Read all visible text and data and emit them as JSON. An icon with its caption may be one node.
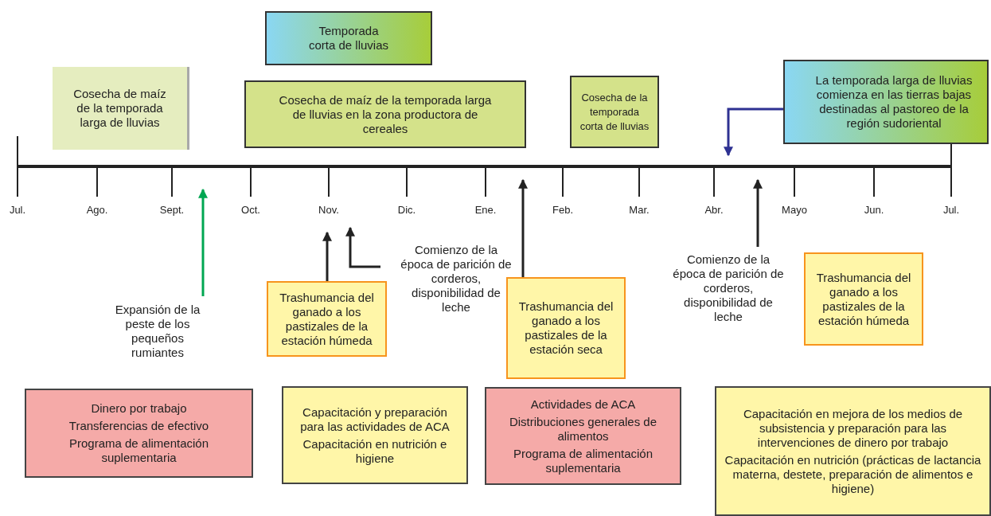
{
  "diagram": {
    "nodes": [
      {
        "text": [
          "Temporada corta de lluvias"
        ]
      },
      {
        "text": [
          "Cosecha de maíz de la temporada larga de lluvias"
        ]
      },
      {
        "text": [
          "Cosecha de maíz de la temporada larga de lluvias en la zona productora de cereales"
        ]
      },
      {
        "text": [
          "Cosecha de la temporada corta de lluvias"
        ]
      },
      {
        "text": [
          "La temporada larga de lluvias comienza en las tierras bajas destinadas al pastoreo de la región sudoriental"
        ]
      },
      {
        "text": [
          "Expansión de la peste de los pequeños rumiantes"
        ]
      },
      {
        "text": [
          "Trashumancia del ganado a los pastizales de la estación húmeda"
        ]
      },
      {
        "text": [
          "Comienzo de la época de parición de corderos, disponibilidad de leche"
        ]
      },
      {
        "text": [
          "Trashumancia del ganado a los pastizales de la estación seca"
        ]
      },
      {
        "text": [
          "Comienzo de la época de parición de corderos, disponibilidad de leche"
        ]
      },
      {
        "text": [
          "Trashumancia del ganado a los pastizales de la estación húmeda"
        ]
      },
      {
        "text": [
          "Dinero por trabajo",
          "Transferencias de efectivo",
          "Programa de alimentación suplementaria"
        ]
      },
      {
        "text": [
          "Capacitación y preparación para las actividades de ACA",
          "Capacitación en nutrición e higiene"
        ]
      },
      {
        "text": [
          "Actividades de ACA",
          "Distribuciones generales de alimentos",
          "Programa de alimentación suplementaria"
        ]
      },
      {
        "text": [
          "Capacitación en mejora de los medios de subsistencia y preparación para las intervenciones de dinero por trabajo",
          "Capacitación en nutrición (prácticas de lactancia materna, destete, preparación de alimentos e higiene)"
        ]
      }
    ],
    "edges": [
      {
        "from": 5,
        "to": null,
        "arrow": "to",
        "color": "#00a651"
      },
      {
        "from": 6,
        "to": null,
        "arrow": "to"
      },
      {
        "from": 7,
        "to": null,
        "arrow": "to"
      },
      {
        "from": 8,
        "to": null,
        "arrow": "to"
      },
      {
        "from": 9,
        "to": null,
        "arrow": "to"
      },
      {
        "from": 4,
        "to": null,
        "arrow": "to",
        "color": "#2e3192"
      }
    ],
    "labels": [
      "Jul.",
      "Ago.",
      "Sept.",
      "Oct.",
      "Nov.",
      "Dic.",
      "Ene.",
      "Feb.",
      "Mar.",
      "Abr.",
      "Mayo",
      "Jun.",
      "Jul."
    ]
  }
}
